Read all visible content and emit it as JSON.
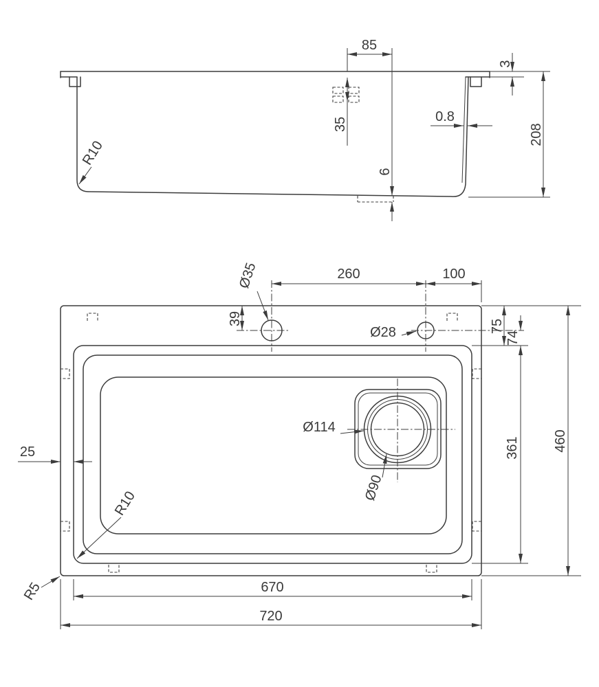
{
  "drawing": {
    "side_view": {
      "dim_85": "85",
      "dim_3": "3",
      "dim_208": "208",
      "dim_0_8": "0.8",
      "dim_35": "35",
      "dim_6": "6",
      "radius_r10": "R10"
    },
    "plan_view": {
      "dim_260": "260",
      "dim_100": "100",
      "faucet_hole_dia": "Ø35",
      "dim_39": "39",
      "soap_hole_dia": "Ø28",
      "dim_75": "75",
      "dim_74": "74",
      "dim_460": "460",
      "dim_361": "361",
      "dim_25": "25",
      "drain_outer_dia": "Ø114",
      "drain_inner_dia": "Ø90",
      "radius_r10": "R10",
      "radius_r5": "R5",
      "dim_670": "670",
      "dim_720": "720"
    }
  }
}
